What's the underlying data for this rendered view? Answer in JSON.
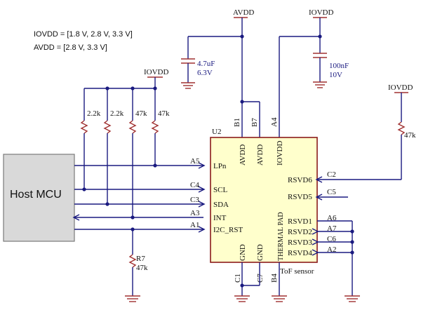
{
  "notes": {
    "iovdd_range": "IOVDD = [1.8 V, 2.8 V, 3.3 V]",
    "avdd_range": "AVDD = [2.8 V, 3.3 V]"
  },
  "rails": {
    "avdd": "AVDD",
    "iovdd_top": "IOVDD",
    "iovdd_left": "IOVDD",
    "iovdd_right": "IOVDD"
  },
  "capacitors": {
    "c_avdd": {
      "value": "4.7uF",
      "voltage": "6.3V"
    },
    "c_iovdd": {
      "value": "100nF",
      "voltage": "10V"
    }
  },
  "pullups": [
    "2.2k",
    "2.2k",
    "47k",
    "47k"
  ],
  "r_right": "47k",
  "r7": {
    "ref": "R7",
    "value": "47k"
  },
  "host": {
    "label": "Host MCU"
  },
  "chip": {
    "ref": "U2",
    "name": "ToF sensor",
    "top_pins": [
      {
        "ball": "B1",
        "name": "AVDD"
      },
      {
        "ball": "B7",
        "name": "AVDD"
      },
      {
        "ball": "A4",
        "name": "IOVDD"
      }
    ],
    "left_pins": [
      {
        "ball": "A5",
        "name": "LPn"
      },
      {
        "ball": "C4",
        "name": "SCL"
      },
      {
        "ball": "C3",
        "name": "SDA"
      },
      {
        "ball": "A3",
        "name": "INT"
      },
      {
        "ball": "A1",
        "name": "I2C_RST"
      }
    ],
    "right_pins": [
      {
        "ball": "C2",
        "name": "RSVD6"
      },
      {
        "ball": "C5",
        "name": "RSVD5"
      },
      {
        "ball": "A6",
        "name": "RSVD1"
      },
      {
        "ball": "A7",
        "name": "RSVD2"
      },
      {
        "ball": "C6",
        "name": "RSVD3"
      },
      {
        "ball": "A2",
        "name": "RSVD4"
      }
    ],
    "bottom_pins": [
      {
        "ball": "C1",
        "name": "GND"
      },
      {
        "ball": "C7",
        "name": "GND"
      },
      {
        "ball": "B4",
        "name": "THERMAL PAD"
      }
    ]
  }
}
